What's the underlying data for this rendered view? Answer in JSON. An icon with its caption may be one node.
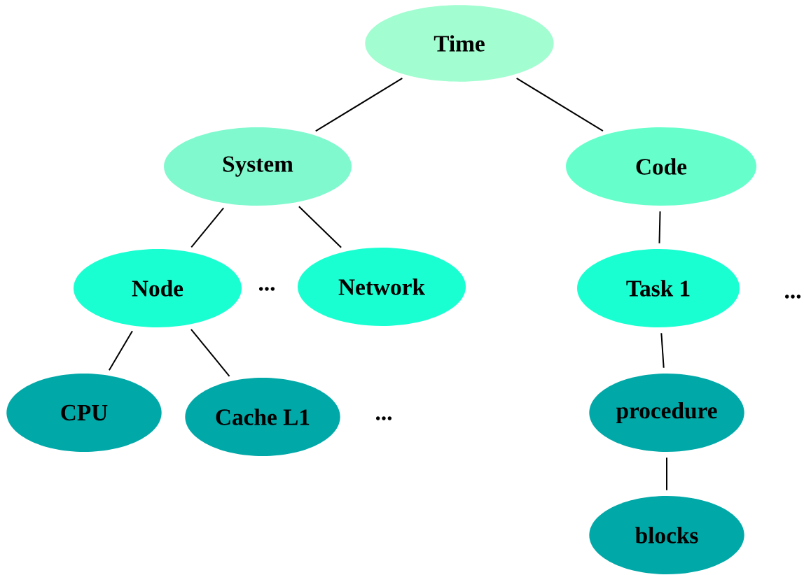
{
  "diagram": {
    "nodes": [
      {
        "text": [
          "Time"
        ]
      },
      {
        "text": [
          "System"
        ]
      },
      {
        "text": [
          "Code"
        ]
      },
      {
        "text": [
          "Node"
        ]
      },
      {
        "text": [
          "Network"
        ]
      },
      {
        "text": [
          "Task 1"
        ]
      },
      {
        "text": [
          "CPU"
        ]
      },
      {
        "text": [
          "Cache L1"
        ]
      },
      {
        "text": [
          "procedure"
        ]
      },
      {
        "text": [
          "blocks"
        ]
      }
    ],
    "edges": [
      {
        "from": 0,
        "to": 1,
        "arrow": "none"
      },
      {
        "from": 0,
        "to": 2,
        "arrow": "none"
      },
      {
        "from": 1,
        "to": 3,
        "arrow": "none"
      },
      {
        "from": 1,
        "to": 4,
        "arrow": "none"
      },
      {
        "from": 2,
        "to": 5,
        "arrow": "none"
      },
      {
        "from": 3,
        "to": 6,
        "arrow": "none"
      },
      {
        "from": 3,
        "to": 7,
        "arrow": "none"
      },
      {
        "from": 5,
        "to": 8,
        "arrow": "none"
      },
      {
        "from": 8,
        "to": 9,
        "arrow": "none"
      }
    ],
    "labels": [
      "...",
      "...",
      "..."
    ]
  }
}
